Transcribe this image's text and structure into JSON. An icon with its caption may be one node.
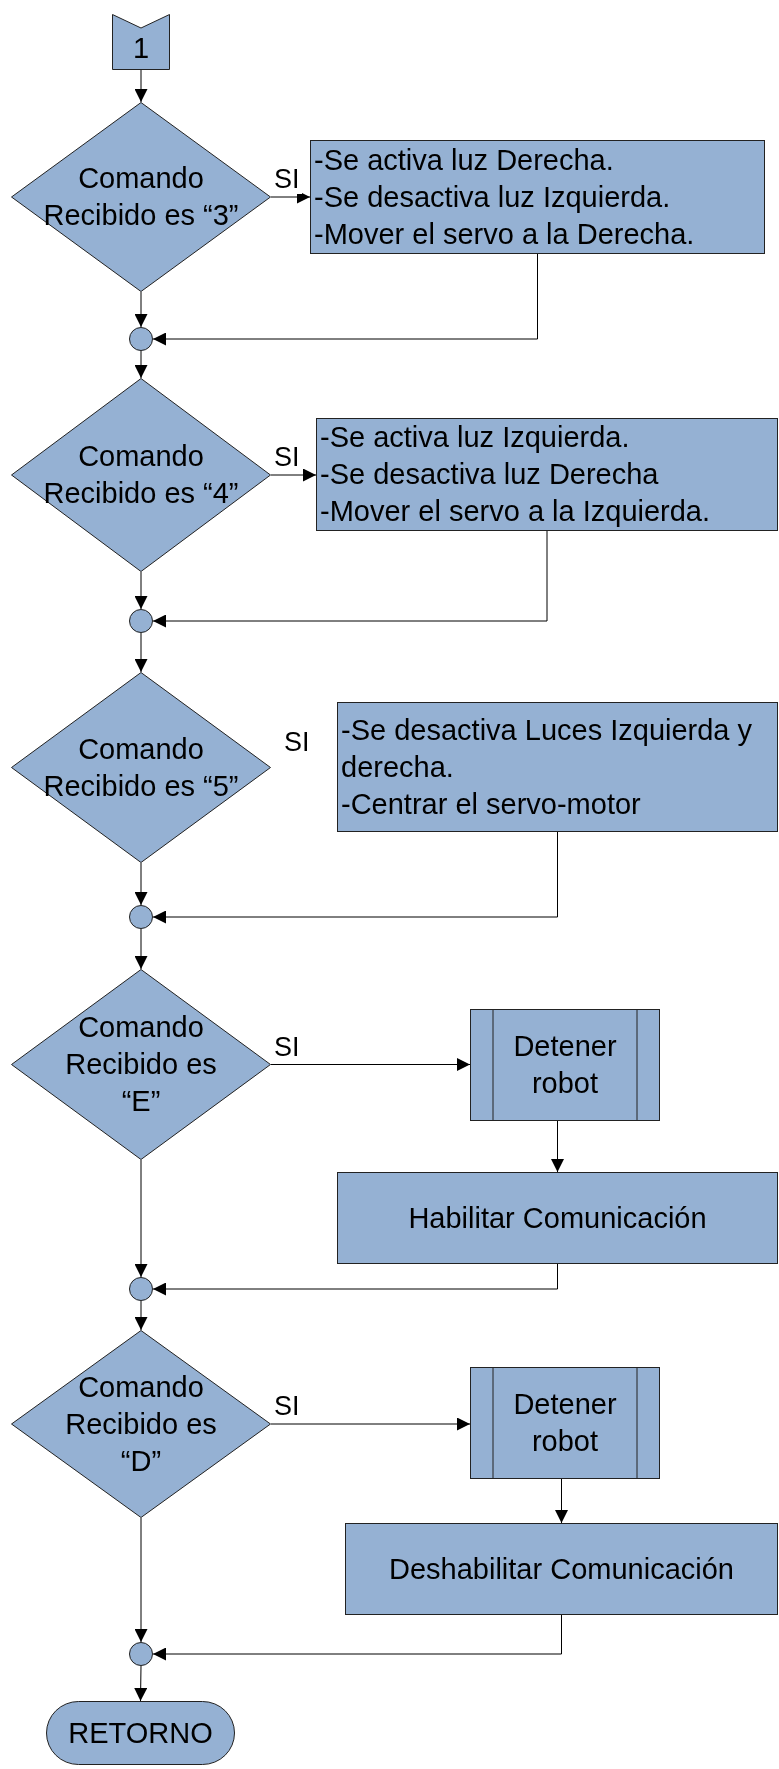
{
  "diagram": {
    "nodes": [
      {
        "text": [
          "1"
        ]
      },
      {
        "text": [
          "Comando Recibido es “3”"
        ]
      },
      {
        "text": [
          "-Se activa luz Derecha.",
          "-Se desactiva luz Izquierda.",
          "-Mover el servo a la Derecha."
        ]
      },
      {
        "text": [],
        "shape": "circle"
      },
      {
        "text": [
          "Comando Recibido es “4”"
        ]
      },
      {
        "text": [
          "-Se activa luz Izquierda.",
          "-Se desactiva luz Derecha",
          "-Mover el servo a la Izquierda."
        ]
      },
      {
        "text": [],
        "shape": "circle"
      },
      {
        "text": [
          "Comando Recibido es “5”"
        ]
      },
      {
        "text": [
          "-Se desactiva Luces Izquierda y derecha.",
          "-Centrar el servo-motor"
        ]
      },
      {
        "text": [],
        "shape": "circle"
      },
      {
        "text": [
          "Comando Recibido es “E”"
        ]
      },
      {
        "text": [
          "Detener robot"
        ]
      },
      {
        "text": [
          "Habilitar Comunicación"
        ]
      },
      {
        "text": [],
        "shape": "circle"
      },
      {
        "text": [
          "Comando Recibido es “D”"
        ]
      },
      {
        "text": [
          "Detener robot"
        ]
      },
      {
        "text": [
          "Deshabilitar Comunicación"
        ]
      },
      {
        "text": [],
        "shape": "circle"
      },
      {
        "text": [
          "RETORNO"
        ]
      }
    ],
    "edges": [
      {
        "from": 0,
        "to": 1,
        "arrow": "to"
      },
      {
        "from": 1,
        "to": 2,
        "arrow": "to",
        "label": "SI"
      },
      {
        "from": 2,
        "to": 3,
        "arrow": "to"
      },
      {
        "from": 1,
        "to": 3,
        "arrow": "to"
      },
      {
        "from": 3,
        "to": 4,
        "arrow": "to"
      },
      {
        "from": 4,
        "to": 5,
        "arrow": "to",
        "label": "SI"
      },
      {
        "from": 5,
        "to": 6,
        "arrow": "to"
      },
      {
        "from": 4,
        "to": 6,
        "arrow": "to"
      },
      {
        "from": 6,
        "to": 7,
        "arrow": "to"
      },
      {
        "from": 8,
        "to": 9,
        "arrow": "to"
      },
      {
        "from": 7,
        "to": 9,
        "arrow": "to"
      },
      {
        "from": 9,
        "to": 10,
        "arrow": "to"
      },
      {
        "from": 10,
        "to": 11,
        "arrow": "to",
        "label": "SI"
      },
      {
        "from": 11,
        "to": 12,
        "arrow": "to"
      },
      {
        "from": 12,
        "to": 13,
        "arrow": "to"
      },
      {
        "from": 10,
        "to": 13,
        "arrow": "to"
      },
      {
        "from": 13,
        "to": 14,
        "arrow": "to"
      },
      {
        "from": 14,
        "to": 15,
        "arrow": "to",
        "label": "SI"
      },
      {
        "from": 15,
        "to": 16,
        "arrow": "to"
      },
      {
        "from": 16,
        "to": 17,
        "arrow": "to"
      },
      {
        "from": 14,
        "to": 17,
        "arrow": "to"
      },
      {
        "from": 17,
        "to": 18,
        "arrow": "to"
      }
    ],
    "labels": [
      "SI"
    ]
  }
}
